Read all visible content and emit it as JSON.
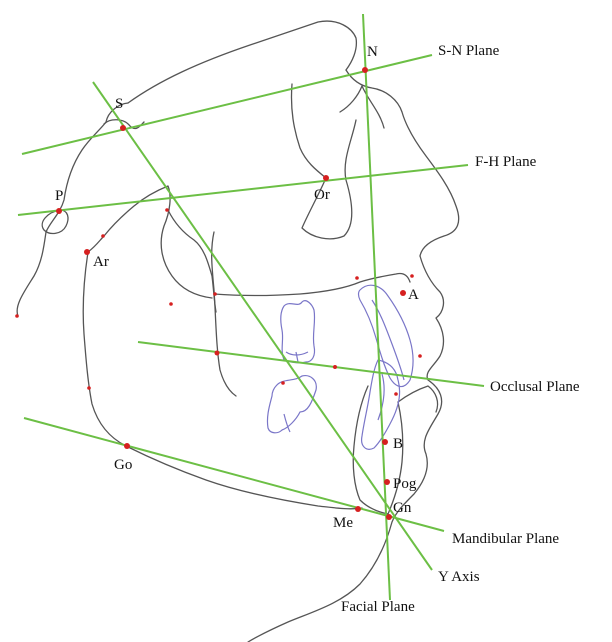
{
  "colors": {
    "plane_line": "#6cbf45",
    "landmark_point": "#d62020",
    "soft_tissue_trace": "#555555",
    "teeth_outline": "#7a76c8",
    "text": "#111111",
    "background": "#ffffff"
  },
  "landmarks": {
    "N": "N",
    "S": "S",
    "P": "P",
    "Or": "Or",
    "Ar": "Ar",
    "A": "A",
    "B": "B",
    "Go": "Go",
    "Pog": "Pog",
    "Gn": "Gn",
    "Me": "Me"
  },
  "planes": {
    "sn": "S-N Plane",
    "fh": "F-H Plane",
    "occlusal": "Occlusal Plane",
    "mandibular": "Mandibular Plane",
    "y_axis": "Y Axis",
    "facial": "Facial Plane"
  }
}
